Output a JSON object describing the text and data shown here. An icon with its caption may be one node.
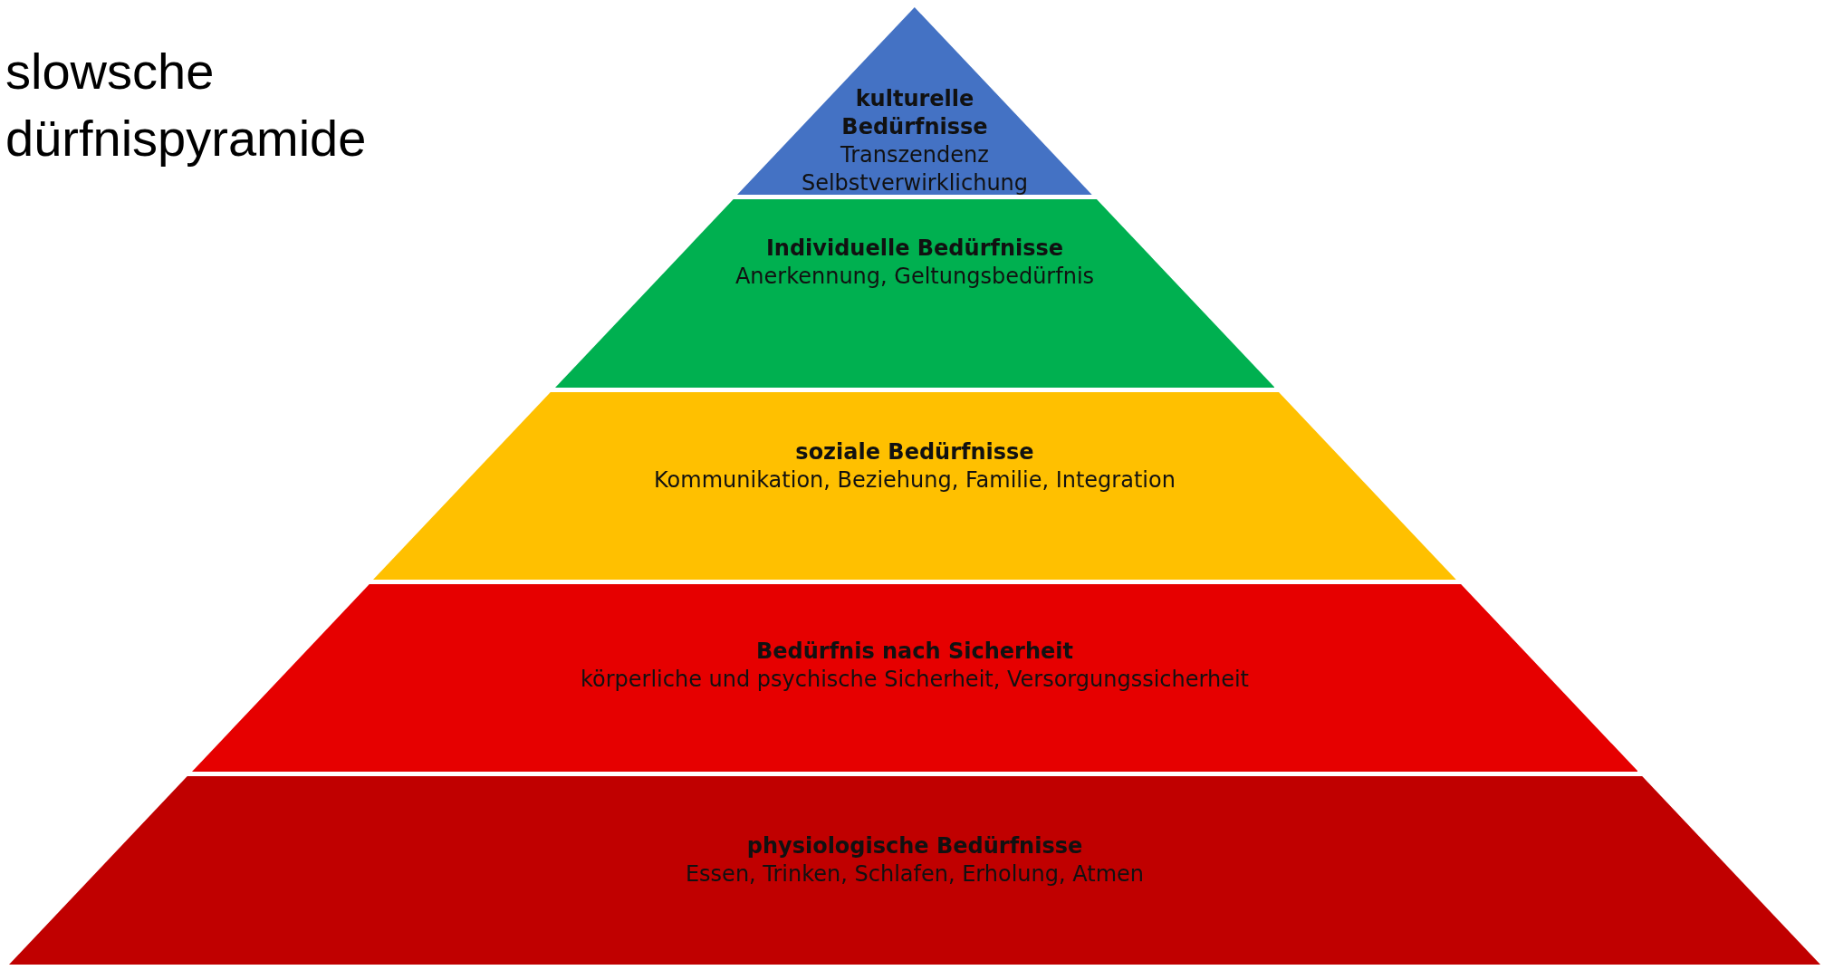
{
  "diagram": {
    "title": "slowsche dürfnispyramide",
    "nodes": [
      {
        "text": [
          "kulturelle Bedürfnisse",
          "Transzendenz",
          "Selbstverwirklichung"
        ]
      },
      {
        "text": [
          "Individuelle Bedürfnisse",
          "Anerkennung, Geltungsbedürfnis"
        ]
      },
      {
        "text": [
          "soziale Bedürfnisse",
          "Kommunikation, Beziehung, Familie, Integration"
        ]
      },
      {
        "text": [
          "Bedürfnis nach Sicherheit",
          "körperliche und psychische Sicherheit, Versorgungssicherheit"
        ]
      },
      {
        "text": [
          "physiologische Bedürfnisse",
          "Essen, Trinken, Schlafen, Erholung, Atmen"
        ]
      }
    ],
    "edges": []
  }
}
